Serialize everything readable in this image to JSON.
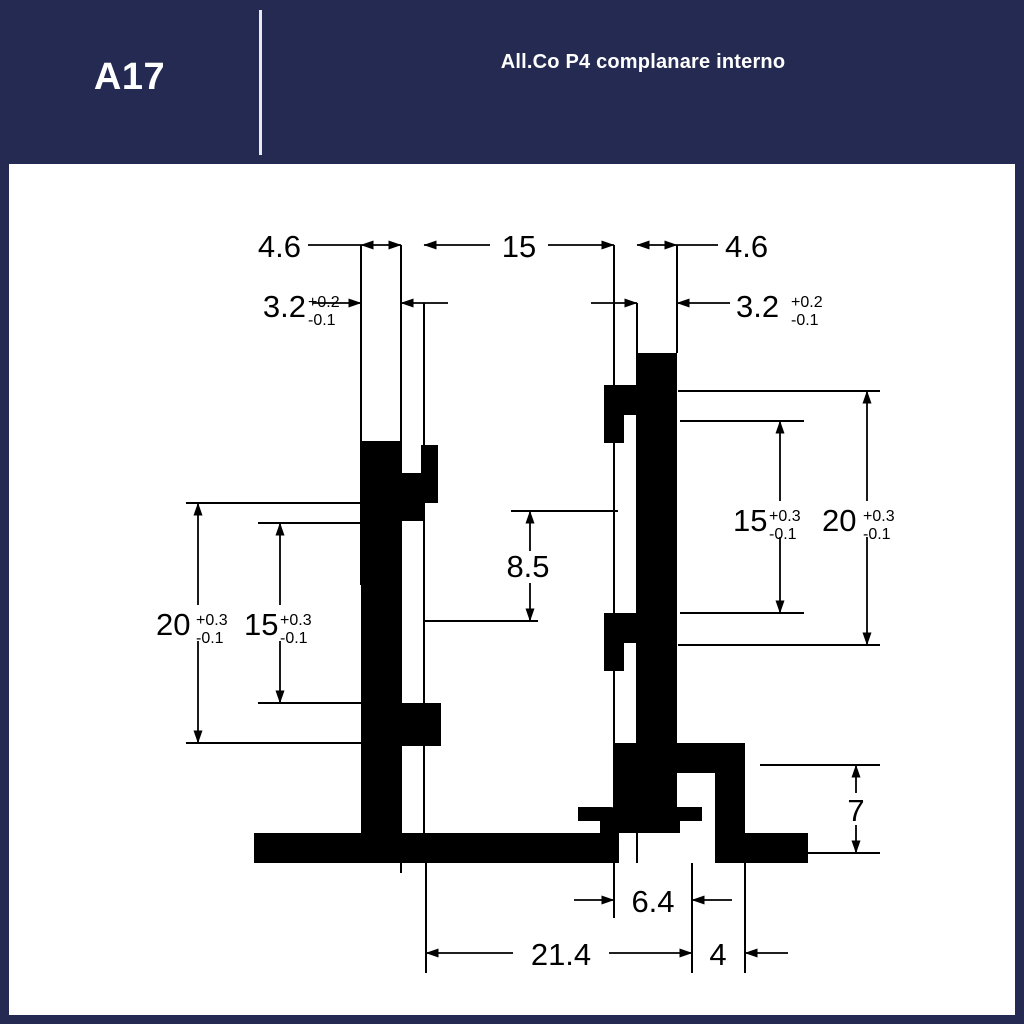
{
  "header": {
    "code": "A17",
    "title": "All.Co P4 complanare interno",
    "bg_color": "#242a52",
    "text_color": "#ffffff",
    "divider_color": "#e8e9f2"
  },
  "frame": {
    "border_color": "#242a52",
    "background": "#ffffff"
  },
  "drawing": {
    "type": "technical-section-drawing",
    "line_color": "#000000",
    "fill_color": "#000000",
    "description": "Aluminium profile cross-section, two mirrored frame profiles with base rail",
    "unit": "mm"
  },
  "dimensions": {
    "top": [
      {
        "name": "top-left-4-6",
        "value": "4.6",
        "tolerance_upper": "",
        "tolerance_lower": ""
      },
      {
        "name": "top-left-3-2",
        "value": "3.2",
        "tolerance_upper": "+0.2",
        "tolerance_lower": "-0.1"
      },
      {
        "name": "top-center-15",
        "value": "15",
        "tolerance_upper": "",
        "tolerance_lower": ""
      },
      {
        "name": "top-right-4-6",
        "value": "4.6",
        "tolerance_upper": "",
        "tolerance_lower": ""
      },
      {
        "name": "top-right-3-2",
        "value": "3.2",
        "tolerance_upper": "+0.2",
        "tolerance_lower": "-0.1"
      }
    ],
    "left": [
      {
        "name": "left-20",
        "value": "20",
        "tolerance_upper": "+0.3",
        "tolerance_lower": "-0.1"
      },
      {
        "name": "left-15",
        "value": "15",
        "tolerance_upper": "+0.3",
        "tolerance_lower": "-0.1"
      }
    ],
    "center": [
      {
        "name": "center-8-5",
        "value": "8.5",
        "tolerance_upper": "",
        "tolerance_lower": ""
      }
    ],
    "right": [
      {
        "name": "right-15",
        "value": "15",
        "tolerance_upper": "+0.3",
        "tolerance_lower": "-0.1"
      },
      {
        "name": "right-20",
        "value": "20",
        "tolerance_upper": "+0.3",
        "tolerance_lower": "-0.1"
      },
      {
        "name": "right-7",
        "value": "7",
        "tolerance_upper": "",
        "tolerance_lower": ""
      }
    ],
    "bottom": [
      {
        "name": "bottom-6-4",
        "value": "6.4",
        "tolerance_upper": "",
        "tolerance_lower": ""
      },
      {
        "name": "bottom-21-4",
        "value": "21.4",
        "tolerance_upper": "",
        "tolerance_lower": ""
      },
      {
        "name": "bottom-4",
        "value": "4",
        "tolerance_upper": "",
        "tolerance_lower": ""
      }
    ]
  }
}
